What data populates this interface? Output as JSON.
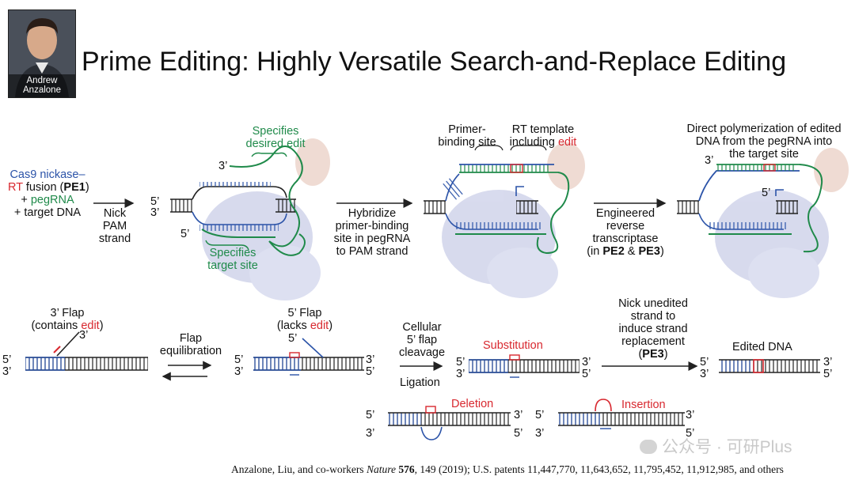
{
  "presenter": {
    "name_line1": "Andrew",
    "name_line2": "Anzalone"
  },
  "title": "Prime Editing: Highly Versatile Search-and-Replace Editing",
  "inputs": {
    "cas9": "Cas9 nickase–",
    "rt": "RT",
    "fusion": " fusion (",
    "pe1": "PE1",
    "close": ")",
    "pegrna_plus": "+ ",
    "pegrna": "pegRNA",
    "target": "+ target DNA"
  },
  "steps": {
    "nick": [
      "Nick",
      "PAM",
      "strand"
    ],
    "hybridize": [
      "Hybridize",
      "primer-binding",
      "site in pegRNA",
      "to PAM strand"
    ],
    "engineered": [
      "Engineered",
      "reverse",
      "transcriptase"
    ],
    "engineered_pe": {
      "open": "(in ",
      "pe2": "PE2",
      "amp": " & ",
      "pe3": "PE3",
      "close": ")"
    },
    "flap_eq": [
      "Flap",
      "equilibration"
    ],
    "cellular": [
      "Cellular",
      "5’ flap",
      "cleavage"
    ],
    "ligation": "Ligation",
    "nick_unedited": [
      "Nick unedited",
      "strand to",
      "induce strand",
      "replacement"
    ],
    "pe3_paren": {
      "open": "(",
      "pe3": "PE3",
      "close": ")"
    }
  },
  "annotations": {
    "specifies_edit": [
      "Specifies",
      "desired edit"
    ],
    "specifies_target": [
      "Specifies",
      "target site"
    ],
    "primer_binding": [
      "Primer-",
      "binding site"
    ],
    "rt_template": "RT template",
    "including": "including ",
    "edit": "edit",
    "direct_poly": [
      "Direct polymerization of edited",
      "DNA from the pegRNA into",
      "the target site"
    ],
    "flap3": "3’ Flap",
    "contains_open": "(contains ",
    "lacks_open": "(lacks ",
    "paren_close": ")",
    "flap5": "5’ Flap",
    "substitution": "Substitution",
    "deletion": "Deletion",
    "insertion": "Insertion",
    "edited_dna": "Edited DNA"
  },
  "ends": {
    "five": "5’",
    "three": "3’"
  },
  "citation": {
    "authors": "Anzalone, Liu, and co-workers ",
    "journal": "Nature",
    "vol": "576",
    "rest": ", 149 (2019); U.S. patents 11,447,770, 11,643,652, 11,795,452, 11,912,985, and others"
  },
  "watermark": "公众号 · 可研Plus",
  "colors": {
    "green": "#1f8a4a",
    "red": "#d8282f",
    "blue": "#2b53a8",
    "dna": "#222222",
    "protein": "#b8bde0"
  }
}
